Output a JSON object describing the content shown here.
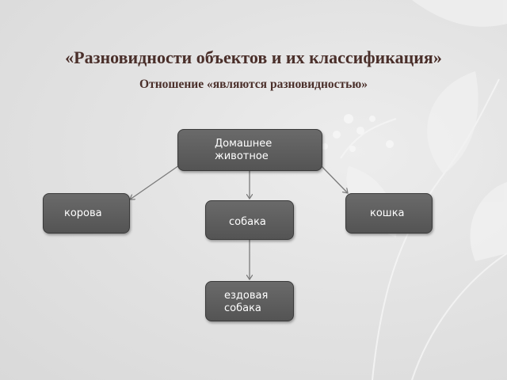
{
  "title": "«Разновидности объектов и их классификация»",
  "subtitle": "Отношение «являются разновидностью»",
  "nodes": {
    "root": {
      "line1": "Домашнее",
      "line2": "животное"
    },
    "cow": {
      "label": "корова"
    },
    "dog": {
      "label": "собака"
    },
    "cat": {
      "label": "кошка"
    },
    "sled_dog": {
      "line1": "ездовая",
      "line2": "собака"
    }
  },
  "edges": [
    {
      "from": "root",
      "to": "cow"
    },
    {
      "from": "root",
      "to": "dog"
    },
    {
      "from": "root",
      "to": "cat"
    },
    {
      "from": "dog",
      "to": "sled_dog"
    }
  ],
  "colors": {
    "title": "#4a2f2a",
    "node_fill": "#5f5f5f",
    "node_text": "#ffffff",
    "connector": "#7a7a7a"
  }
}
